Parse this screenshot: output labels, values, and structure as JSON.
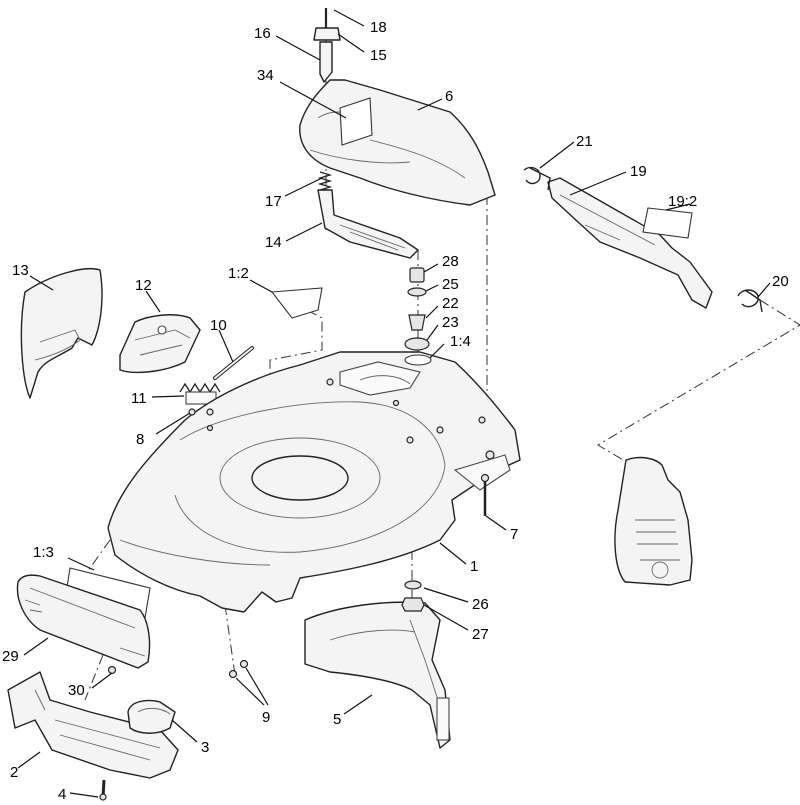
{
  "callouts": [
    {
      "id": "18",
      "text": "18"
    },
    {
      "id": "16",
      "text": "16"
    },
    {
      "id": "15",
      "text": "15"
    },
    {
      "id": "34",
      "text": "34"
    },
    {
      "id": "6",
      "text": "6"
    },
    {
      "id": "21",
      "text": "21"
    },
    {
      "id": "19",
      "text": "19"
    },
    {
      "id": "17",
      "text": "17"
    },
    {
      "id": "19-2",
      "text": "19:2"
    },
    {
      "id": "14",
      "text": "14"
    },
    {
      "id": "13",
      "text": "13"
    },
    {
      "id": "12",
      "text": "12"
    },
    {
      "id": "1-2",
      "text": "1:2"
    },
    {
      "id": "28",
      "text": "28"
    },
    {
      "id": "25",
      "text": "25"
    },
    {
      "id": "20",
      "text": "20"
    },
    {
      "id": "22",
      "text": "22"
    },
    {
      "id": "10",
      "text": "10"
    },
    {
      "id": "23",
      "text": "23"
    },
    {
      "id": "1-4",
      "text": "1:4"
    },
    {
      "id": "11",
      "text": "11"
    },
    {
      "id": "8",
      "text": "8"
    },
    {
      "id": "7",
      "text": "7"
    },
    {
      "id": "1-3",
      "text": "1:3"
    },
    {
      "id": "1",
      "text": "1"
    },
    {
      "id": "26",
      "text": "26"
    },
    {
      "id": "27",
      "text": "27"
    },
    {
      "id": "29",
      "text": "29"
    },
    {
      "id": "30",
      "text": "30"
    },
    {
      "id": "9",
      "text": "9"
    },
    {
      "id": "5",
      "text": "5"
    },
    {
      "id": "3",
      "text": "3"
    },
    {
      "id": "2",
      "text": "2"
    },
    {
      "id": "4",
      "text": "4"
    }
  ]
}
